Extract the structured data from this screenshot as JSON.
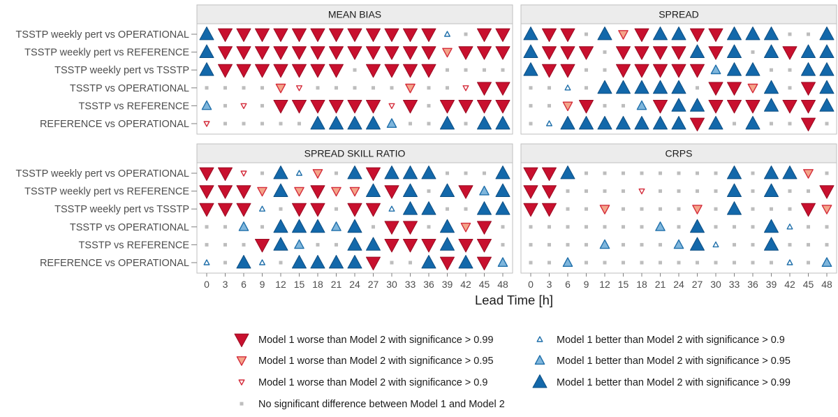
{
  "chart_data": {
    "type": "scatter",
    "xlabel": "Lead Time [h]",
    "x_ticks": [
      0,
      3,
      6,
      9,
      12,
      15,
      18,
      21,
      24,
      27,
      30,
      33,
      36,
      39,
      42,
      45,
      48
    ],
    "rows": [
      "TSSTP weekly pert vs OPERATIONAL",
      "TSSTP weekly pert vs REFERENCE",
      "TSSTP weekly pert vs TSSTP",
      "TSSTP vs OPERATIONAL",
      "TSSTP vs REFERENCE",
      "REFERENCE vs OPERATIONAL"
    ],
    "code_legend": {
      "-3": "worse >0.99",
      "-2": "worse >0.95",
      "-1": "worse >0.9",
      "0": "no significant difference",
      "1": "better >0.9",
      "2": "better >0.95",
      "3": "better >0.99"
    },
    "panels": [
      {
        "title": "MEAN BIAS",
        "values": [
          [
            3,
            -3,
            -3,
            -3,
            -3,
            -3,
            -3,
            -3,
            -3,
            -3,
            -3,
            -3,
            -3,
            1,
            0,
            -3,
            -3
          ],
          [
            3,
            -3,
            -3,
            -3,
            -3,
            -3,
            -3,
            -3,
            -3,
            -3,
            -3,
            -3,
            -3,
            -2,
            -3,
            -3,
            -3
          ],
          [
            3,
            -3,
            -3,
            -3,
            -3,
            -3,
            -3,
            -3,
            0,
            -3,
            -3,
            -3,
            -3,
            0,
            0,
            0,
            0
          ],
          [
            0,
            0,
            0,
            0,
            -2,
            -1,
            0,
            0,
            0,
            0,
            0,
            -2,
            0,
            0,
            -1,
            -3,
            -3
          ],
          [
            2,
            0,
            -1,
            0,
            -3,
            -3,
            -3,
            -3,
            -3,
            -3,
            -1,
            -3,
            0,
            -3,
            -3,
            -3,
            -3
          ],
          [
            -1,
            0,
            0,
            0,
            0,
            0,
            3,
            3,
            3,
            3,
            2,
            0,
            0,
            3,
            0,
            3,
            3
          ]
        ]
      },
      {
        "title": "SPREAD",
        "values": [
          [
            3,
            -3,
            -3,
            0,
            3,
            -2,
            -3,
            3,
            3,
            -3,
            -3,
            3,
            3,
            3,
            0,
            0,
            3
          ],
          [
            3,
            -3,
            -3,
            -3,
            0,
            -3,
            -3,
            -3,
            -3,
            3,
            -3,
            3,
            0,
            3,
            -3,
            3,
            3
          ],
          [
            3,
            -3,
            -3,
            0,
            0,
            -3,
            -3,
            -3,
            -3,
            -3,
            2,
            3,
            3,
            0,
            0,
            3,
            3
          ],
          [
            0,
            0,
            1,
            0,
            3,
            3,
            3,
            3,
            3,
            0,
            -3,
            -3,
            -2,
            3,
            0,
            -3,
            3
          ],
          [
            0,
            0,
            -2,
            -3,
            0,
            0,
            2,
            -3,
            3,
            3,
            -3,
            -3,
            -3,
            3,
            -3,
            -3,
            3
          ],
          [
            0,
            1,
            3,
            3,
            3,
            3,
            3,
            3,
            3,
            -3,
            3,
            0,
            3,
            0,
            0,
            -3,
            0
          ]
        ]
      },
      {
        "title": "SPREAD SKILL RATIO",
        "values": [
          [
            -3,
            -3,
            -1,
            0,
            3,
            1,
            -2,
            0,
            3,
            -3,
            3,
            3,
            3,
            0,
            0,
            0,
            3
          ],
          [
            -3,
            -3,
            -3,
            -2,
            3,
            -2,
            -3,
            -2,
            -2,
            3,
            -3,
            3,
            0,
            3,
            -3,
            2,
            3
          ],
          [
            -3,
            -3,
            -3,
            1,
            0,
            -3,
            -3,
            0,
            -3,
            -3,
            1,
            3,
            3,
            0,
            0,
            3,
            3
          ],
          [
            0,
            0,
            2,
            0,
            3,
            3,
            3,
            2,
            3,
            0,
            -3,
            -3,
            0,
            3,
            -2,
            -3,
            0
          ],
          [
            0,
            0,
            0,
            -3,
            3,
            2,
            0,
            0,
            3,
            3,
            -3,
            -3,
            -3,
            3,
            -3,
            -3,
            0
          ],
          [
            1,
            0,
            3,
            1,
            0,
            3,
            3,
            3,
            3,
            -3,
            0,
            0,
            3,
            -3,
            3,
            -3,
            2
          ]
        ]
      },
      {
        "title": "CRPS",
        "values": [
          [
            -3,
            -3,
            3,
            0,
            0,
            0,
            0,
            0,
            0,
            0,
            0,
            3,
            0,
            3,
            3,
            -2,
            0
          ],
          [
            -3,
            -3,
            0,
            0,
            0,
            0,
            -1,
            0,
            0,
            0,
            0,
            3,
            0,
            3,
            0,
            0,
            -3
          ],
          [
            -3,
            -3,
            0,
            0,
            -2,
            0,
            0,
            0,
            0,
            -2,
            0,
            3,
            0,
            0,
            0,
            -3,
            -2
          ],
          [
            0,
            0,
            0,
            0,
            0,
            0,
            0,
            2,
            0,
            3,
            0,
            0,
            0,
            3,
            1,
            0,
            0
          ],
          [
            0,
            0,
            0,
            0,
            2,
            0,
            0,
            0,
            2,
            3,
            1,
            0,
            0,
            3,
            0,
            0,
            0
          ],
          [
            0,
            0,
            2,
            0,
            0,
            0,
            0,
            0,
            0,
            0,
            0,
            0,
            0,
            0,
            1,
            0,
            2
          ]
        ]
      }
    ],
    "legend": [
      {
        "code": -3,
        "label": "Model 1 worse than Model 2 with significance > 0.99"
      },
      {
        "code": -2,
        "label": "Model 1 worse than Model 2 with significance > 0.95"
      },
      {
        "code": -1,
        "label": "Model 1 worse than Model 2 with significance > 0.9"
      },
      {
        "code": 0,
        "label": "No significant difference between Model 1 and Model 2"
      },
      {
        "code": 1,
        "label": "Model 1 better than Model 2 with significance > 0.9"
      },
      {
        "code": 2,
        "label": "Model 1 better than Model 2 with significance > 0.95"
      },
      {
        "code": 3,
        "label": "Model 1 better than Model 2 with significance > 0.99"
      }
    ],
    "legend_placement": "bottom",
    "grid": false,
    "colors": {
      "worse_dark_fill": "#c8102e",
      "worse_dark_stroke": "#9a0b22",
      "worse_light_fill": "#f4a58a",
      "worse_light_stroke": "#d42b3a",
      "better_dark_fill": "#1368aa",
      "better_dark_stroke": "#0d4f84",
      "better_light_fill": "#7fb6dc",
      "better_light_stroke": "#1f6faa",
      "neutral": "#bdbdbd",
      "strip_fill": "#ececec",
      "panel_border": "#bfbfbf",
      "axis_text": "#4d4d4d"
    }
  }
}
